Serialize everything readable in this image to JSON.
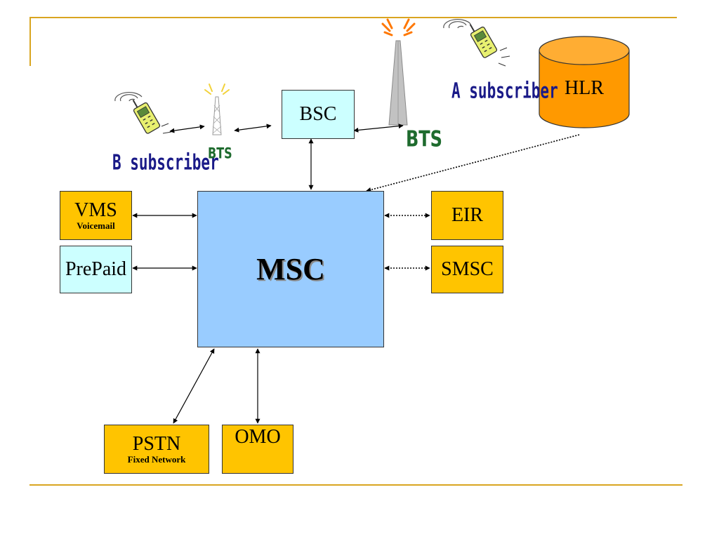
{
  "nodes": {
    "bsc": {
      "label": "BSC"
    },
    "hlr": {
      "label": "HLR"
    },
    "msc": {
      "label": "MSC"
    },
    "vms": {
      "label": "VMS",
      "sublabel": "Voicemail"
    },
    "prepaid": {
      "label": "PrePaid"
    },
    "eir": {
      "label": "EIR"
    },
    "smsc": {
      "label": "SMSC"
    },
    "pstn": {
      "label": "PSTN",
      "sublabel": "Fixed Network"
    },
    "omo": {
      "label": "OMO"
    }
  },
  "labels": {
    "a_subscriber": "A subscriber",
    "b_subscriber": "B subscriber",
    "bts_left": "BTS",
    "bts_right": "BTS"
  },
  "colors": {
    "frame": "#d9a520",
    "gold_box": "#ffc400",
    "cyan_box": "#ccffff",
    "msc_box": "#99ccff",
    "hlr_cylinder": "#ff9900",
    "subscriber_text": "#1a1a88",
    "bts_text": "#1e6b2e"
  },
  "icons": [
    "mobile-phone-icon",
    "radio-tower-icon",
    "database-cylinder-icon"
  ],
  "links": [
    {
      "from": "b-subscriber-phone",
      "to": "bts-left",
      "style": "solid",
      "arrows": "both"
    },
    {
      "from": "bts-left",
      "to": "bsc",
      "style": "solid",
      "arrows": "both"
    },
    {
      "from": "bsc",
      "to": "bts-right",
      "style": "solid",
      "arrows": "both"
    },
    {
      "from": "bsc",
      "to": "msc",
      "style": "solid",
      "arrows": "both"
    },
    {
      "from": "hlr",
      "to": "msc",
      "style": "dotted",
      "arrows": "to"
    },
    {
      "from": "vms",
      "to": "msc",
      "style": "solid",
      "arrows": "both"
    },
    {
      "from": "prepaid",
      "to": "msc",
      "style": "solid",
      "arrows": "both"
    },
    {
      "from": "eir",
      "to": "msc",
      "style": "dotted",
      "arrows": "both"
    },
    {
      "from": "smsc",
      "to": "msc",
      "style": "dotted",
      "arrows": "both"
    },
    {
      "from": "pstn",
      "to": "msc",
      "style": "solid",
      "arrows": "both"
    },
    {
      "from": "omo",
      "to": "msc",
      "style": "solid",
      "arrows": "both"
    }
  ]
}
